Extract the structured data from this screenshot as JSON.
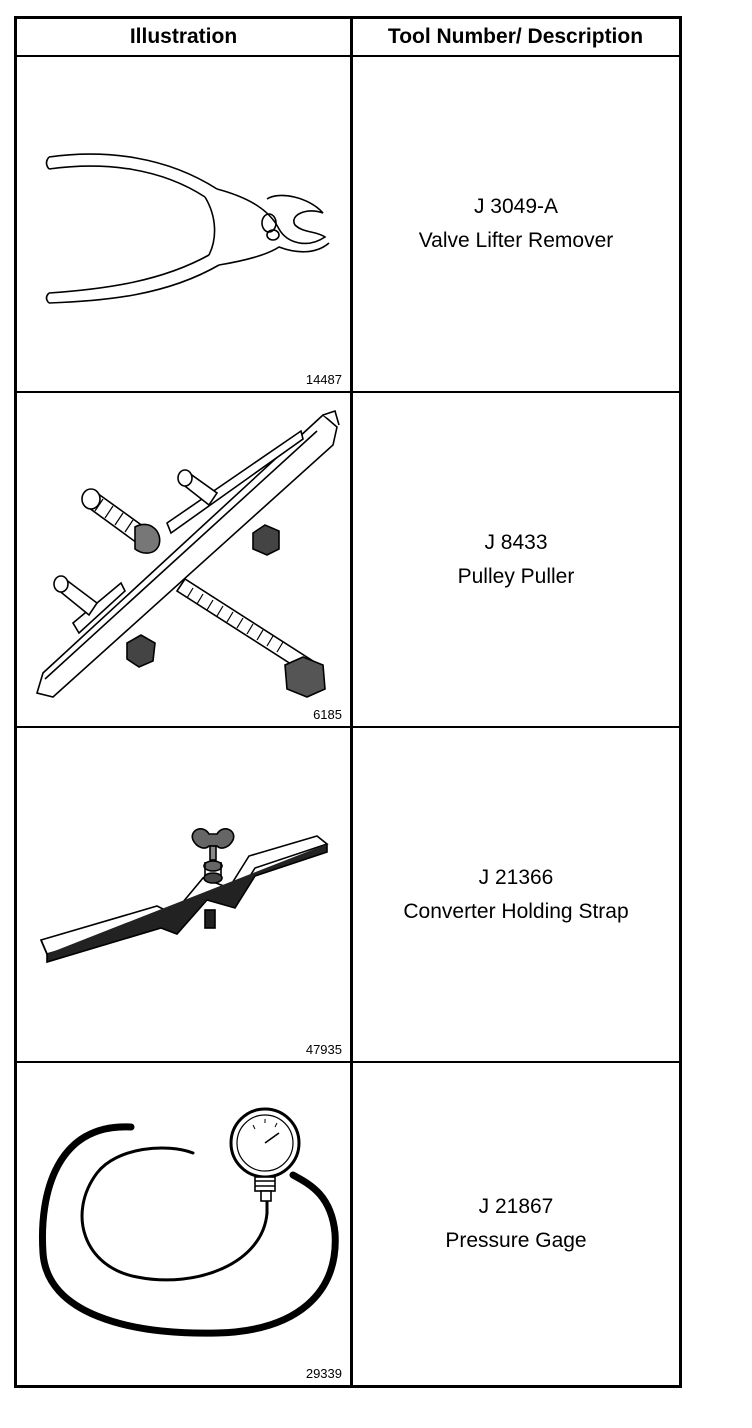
{
  "header": {
    "col_illustration": "Illustration",
    "col_description": "Tool Number/ Description"
  },
  "tools": [
    {
      "tool_number": "J 3049-A",
      "description": "Valve Lifter Remover",
      "figure_number": "14487",
      "icon": "pliers-icon"
    },
    {
      "tool_number": "J 8433",
      "description": "Pulley Puller",
      "figure_number": "6185",
      "icon": "puller-icon"
    },
    {
      "tool_number": "J 21366",
      "description": "Converter Holding Strap",
      "figure_number": "47935",
      "icon": "strap-icon"
    },
    {
      "tool_number": "J 21867",
      "description": "Pressure Gage",
      "figure_number": "29339",
      "icon": "pressure-gauge-icon"
    }
  ]
}
